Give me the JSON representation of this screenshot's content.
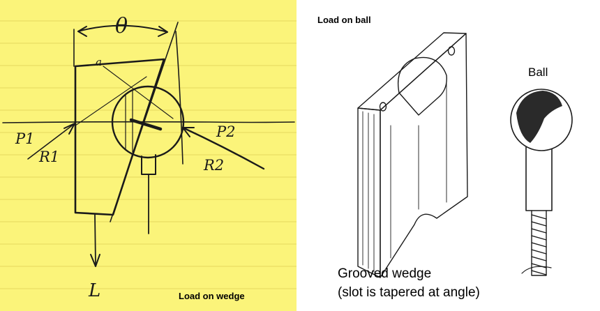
{
  "left_panel": {
    "caption": "Load on wedge",
    "paper_color": "#fbf47a",
    "symbols": {
      "angle": "θ",
      "force_left": "P1",
      "reaction_left": "R1",
      "force_right": "P2",
      "reaction_right": "R2",
      "load": "L",
      "point": "a"
    }
  },
  "right_panel": {
    "caption": "Load on ball",
    "ball_label": "Ball",
    "wedge_label_line1": "Grooved wedge",
    "wedge_label_line2": "(slot is tapered at angle)"
  }
}
